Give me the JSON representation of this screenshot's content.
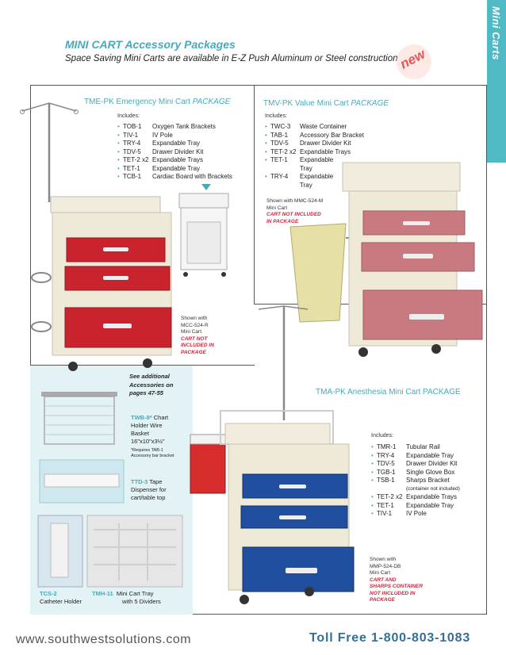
{
  "side_tab": {
    "label": "Mini Carts"
  },
  "header": {
    "title": "MINI CART Accessory Packages",
    "subtitle": "Space Saving Mini Carts are available in E-Z Push Aluminum or Steel construction",
    "badge": "new"
  },
  "includes_label": "Includes:",
  "packages": {
    "tme": {
      "title_prefix": "TME-PK Emergency Mini Cart ",
      "title_suffix": "PACKAGE",
      "items": [
        {
          "code": "TOB-1",
          "desc": "Oxygen Tank Brackets"
        },
        {
          "code": "TIV-1",
          "desc": "IV Pole"
        },
        {
          "code": "TRY-4",
          "desc": "Expandable Tray"
        },
        {
          "code": "TDV-5",
          "desc": "Drawer Divider Kit"
        },
        {
          "code": "TET-2 x2",
          "desc": "Expandable Trays"
        },
        {
          "code": "TET-1",
          "desc": "Expandable Tray"
        },
        {
          "code": "TCB-1",
          "desc": "Cardiac Board with Brackets"
        }
      ],
      "note_lines": [
        "Shown with",
        "MCC-524-R",
        "Mini Cart"
      ],
      "note_red_lines": [
        "CART NOT",
        "INCLUDED IN",
        "PACKAGE"
      ]
    },
    "tmv": {
      "title_prefix": "TMV-PK Value Mini Cart ",
      "title_suffix": "PACKAGE",
      "items": [
        {
          "code": "TWC-3",
          "desc": "Waste Container"
        },
        {
          "code": "TAB-1",
          "desc": "Accessory Bar Bracket"
        },
        {
          "code": "TDV-5",
          "desc": "Drawer Divider Kit"
        },
        {
          "code": "TET-2 x2",
          "desc": "Expandable Trays"
        },
        {
          "code": "TET-1",
          "desc": "Expandable Tray"
        },
        {
          "code": "TRY-4",
          "desc": "Expandable Tray"
        }
      ],
      "note_lines": [
        "Shown with MMC-524-M",
        "Mini Cart"
      ],
      "note_red_lines": [
        "CART NOT INCLUDED",
        "IN PACKAGE"
      ]
    },
    "tma": {
      "title": "TMA-PK Anesthesia Mini Cart PACKAGE",
      "items": [
        {
          "code": "TMR-1",
          "desc": "Tubular Rail"
        },
        {
          "code": "TRY-4",
          "desc": "Expandable Tray"
        },
        {
          "code": "TDV-5",
          "desc": "Drawer Divider Kit"
        },
        {
          "code": "TGB-1",
          "desc": "Single Glove Box"
        },
        {
          "code": "TSB-1",
          "desc": "Sharps Bracket"
        },
        {
          "code": "",
          "desc": "(container not included)"
        },
        {
          "code": "TET-2 x2",
          "desc": "Expandable Trays"
        },
        {
          "code": "TET-1",
          "desc": "Expandable Tray"
        },
        {
          "code": "TIV-1",
          "desc": "IV Pole"
        }
      ],
      "note_lines": [
        "Shown with",
        "MMP-524-DB",
        "Mini Cart"
      ],
      "note_red_lines": [
        "CART AND",
        "SHARPS CONTAINER",
        "NOT INCLUDED IN",
        "PACKAGE"
      ]
    }
  },
  "accessories": {
    "see_additional": [
      "See additional",
      "Accessories on",
      "pages 47-55"
    ],
    "twb": {
      "code": "TWB-8*",
      "desc_lines": [
        "Chart",
        "Holder Wire",
        "Basket",
        "16\"x10\"x3½\""
      ],
      "req": [
        "*Requires TAB-1",
        "Accessory bar bracket"
      ]
    },
    "ttd": {
      "code": "TTD-3",
      "desc_lines": [
        "Tape",
        "Dispenser for",
        "cart/table top"
      ]
    },
    "tcs": {
      "code": "TCS-2",
      "desc": "Catheter Holder"
    },
    "tmh": {
      "code": "TMH-11",
      "desc_lines": [
        "Mini Cart Tray",
        "with 5 Dividers"
      ]
    }
  },
  "footer": {
    "url": "www.southwestsolutions.com",
    "phone_label": "Toll Free",
    "phone": "1-800-803-1083"
  },
  "colors": {
    "accent_teal": "#4aa9b6",
    "red_note": "#d0243c",
    "drawer_red": "#c9232d",
    "drawer_pink": "#c97a80",
    "drawer_blue": "#1f4f9e",
    "phone_blue": "#356e96"
  }
}
